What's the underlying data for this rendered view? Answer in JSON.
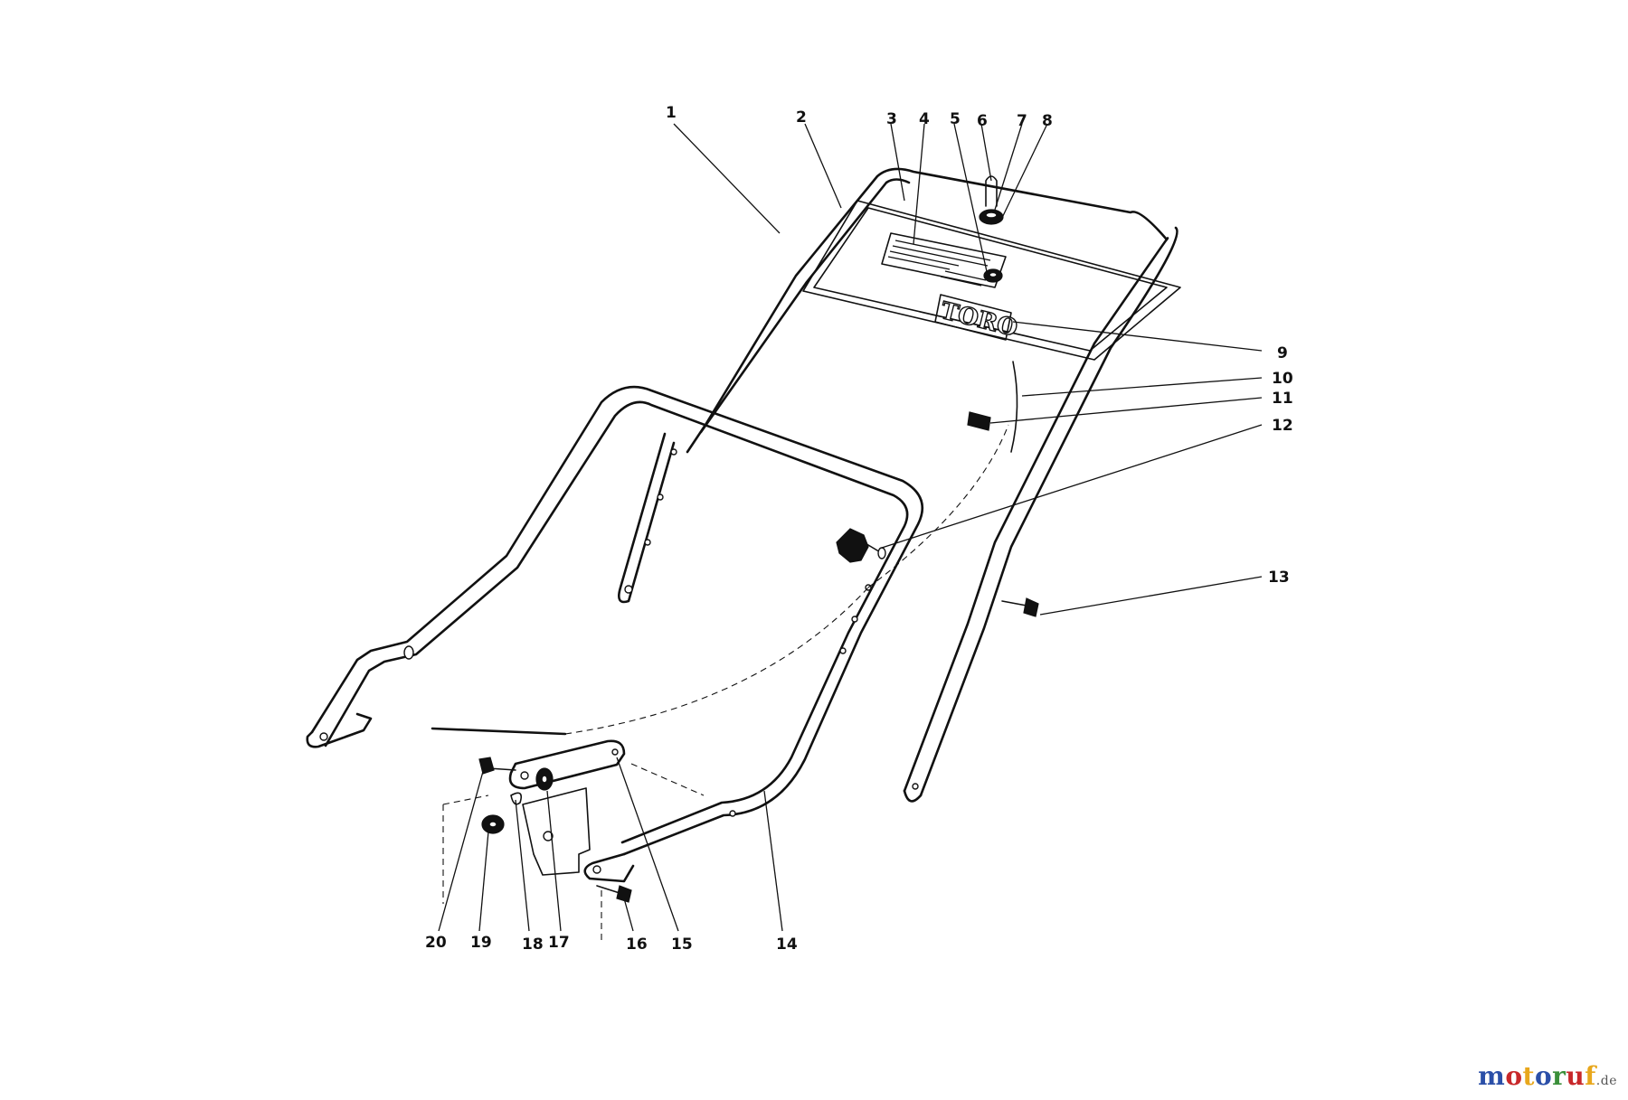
{
  "diagram": {
    "callouts": [
      "1",
      "2",
      "3",
      "4",
      "5",
      "6",
      "7",
      "8",
      "9",
      "10",
      "11",
      "12",
      "13",
      "14",
      "15",
      "16",
      "17",
      "18",
      "19",
      "20"
    ],
    "decal_logo": "TORO"
  },
  "watermark": {
    "letters": [
      "m",
      "o",
      "t",
      "o",
      "r",
      "u",
      "f"
    ],
    "colors": [
      "#2b4fa8",
      "#c8282a",
      "#e8a71c",
      "#2b4fa8",
      "#3a8f3a",
      "#c8282a",
      "#e8a71c"
    ],
    "suffix": ".de"
  }
}
